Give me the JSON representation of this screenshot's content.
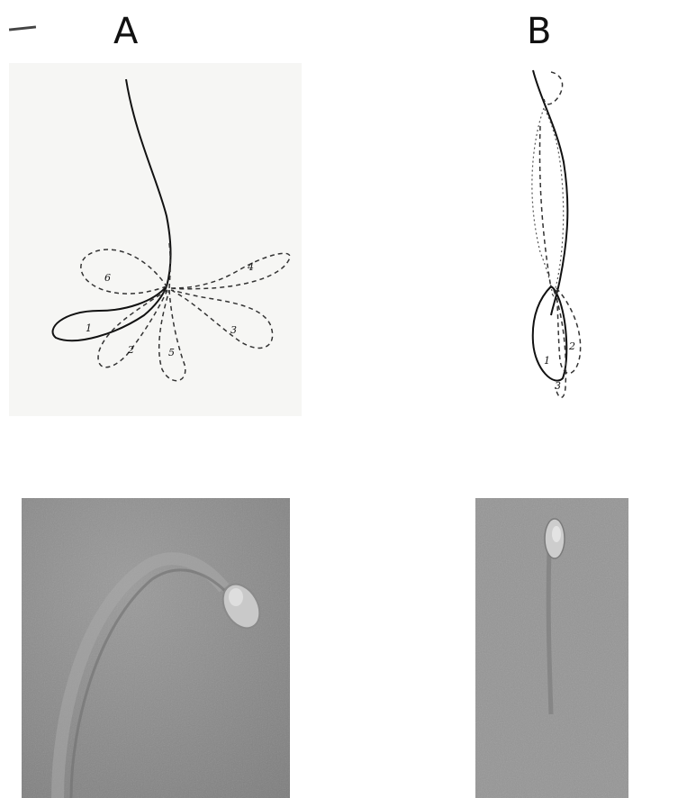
{
  "panels": [
    {
      "label": "A",
      "loop_numbers": [
        "1",
        "2",
        "3",
        "4",
        "5",
        "6"
      ]
    },
    {
      "label": "B",
      "loop_numbers": [
        "1",
        "2",
        "3"
      ]
    }
  ],
  "colors": {
    "ink": "#111111",
    "photo_gray": "#8c8c8c",
    "paper": "#f4f4f2"
  }
}
